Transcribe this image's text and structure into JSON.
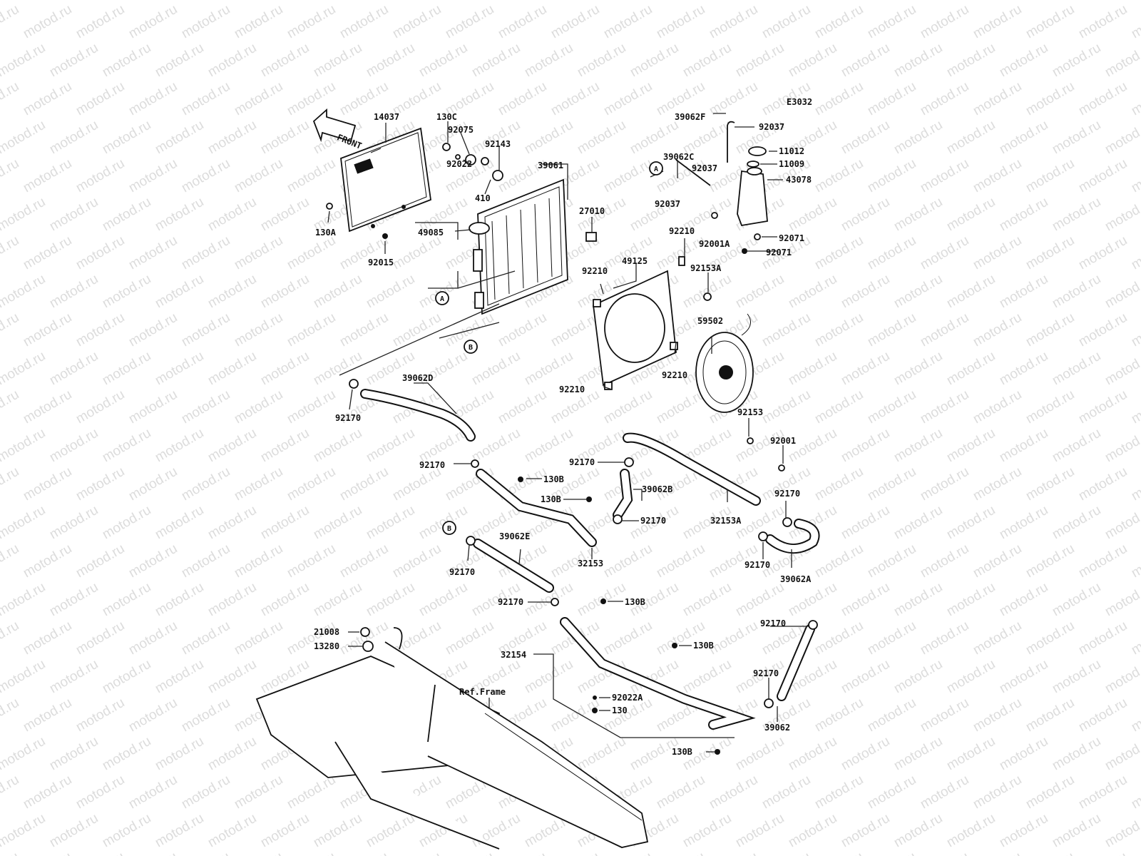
{
  "diagram": {
    "code": "E3032",
    "front_label": "FRONT",
    "ref_frame_label": "Ref.Frame",
    "watermark": "motod.ru",
    "ref_markers": [
      "A",
      "B"
    ],
    "labels": {
      "p14037": "14037",
      "p130C": "130C",
      "p92075": "92075",
      "p92143": "92143",
      "p92022": "92022",
      "p410": "410",
      "p39061": "39061",
      "p130A": "130A",
      "p92015": "92015",
      "p49085": "49085",
      "p27010": "27010",
      "p39062F": "39062F",
      "p92037a": "92037",
      "p11012": "11012",
      "p39062C": "39062C",
      "p11009": "11009",
      "p92037b": "92037",
      "p43078": "43078",
      "p92037c": "92037",
      "p92001A": "92001A",
      "p92071a": "92071",
      "p92071b": "92071",
      "p92210a": "92210",
      "p49125": "49125",
      "p92153A": "92153A",
      "p92210b": "92210",
      "p59502": "59502",
      "p92210c": "92210",
      "p92210d": "92210",
      "p92153": "92153",
      "p39062D": "39062D",
      "p92170a": "92170",
      "p92170b": "92170",
      "p130B1": "130B",
      "p130B2": "130B",
      "p92170c": "92170",
      "p39062B": "39062B",
      "p92001": "92001",
      "p92170d": "92170",
      "p32153A": "32153A",
      "p92170e": "92170",
      "p32153": "32153",
      "p39062E": "39062E",
      "p92170f": "92170",
      "p39062A": "39062A",
      "p92170g": "92170",
      "p92170h": "92170",
      "p130B3": "130B",
      "p21008": "21008",
      "p13280": "13280",
      "p130B4": "130B",
      "p32154": "32154",
      "p92170i": "92170",
      "p92022A": "92022A",
      "p130": "130",
      "p39062": "39062",
      "p130B5": "130B"
    }
  }
}
